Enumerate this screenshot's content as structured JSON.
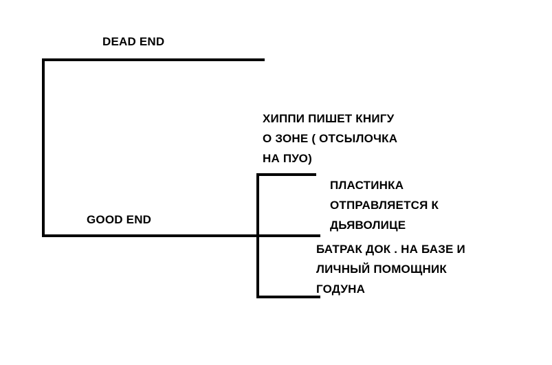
{
  "diagram": {
    "labels": {
      "dead_end": "DEAD END",
      "good_end": "GOOD END",
      "hippie": "ХИППИ ПИШЕТ КНИГУ\nО ЗОНЕ ( ОТСЫЛОЧКА\nНА ПУО)",
      "record": "ПЛАСТИНКА\nОТПРАВЛЯЕТСЯ К\nДЬЯВОЛИЦЕ",
      "batrak": "БАТРАК ДОК . НА БАЗЕ И\nЛИЧНЫЙ ПОМОЩНИК\nГОДУНА"
    },
    "line_color": "#000000",
    "background_color": "#ffffff"
  }
}
